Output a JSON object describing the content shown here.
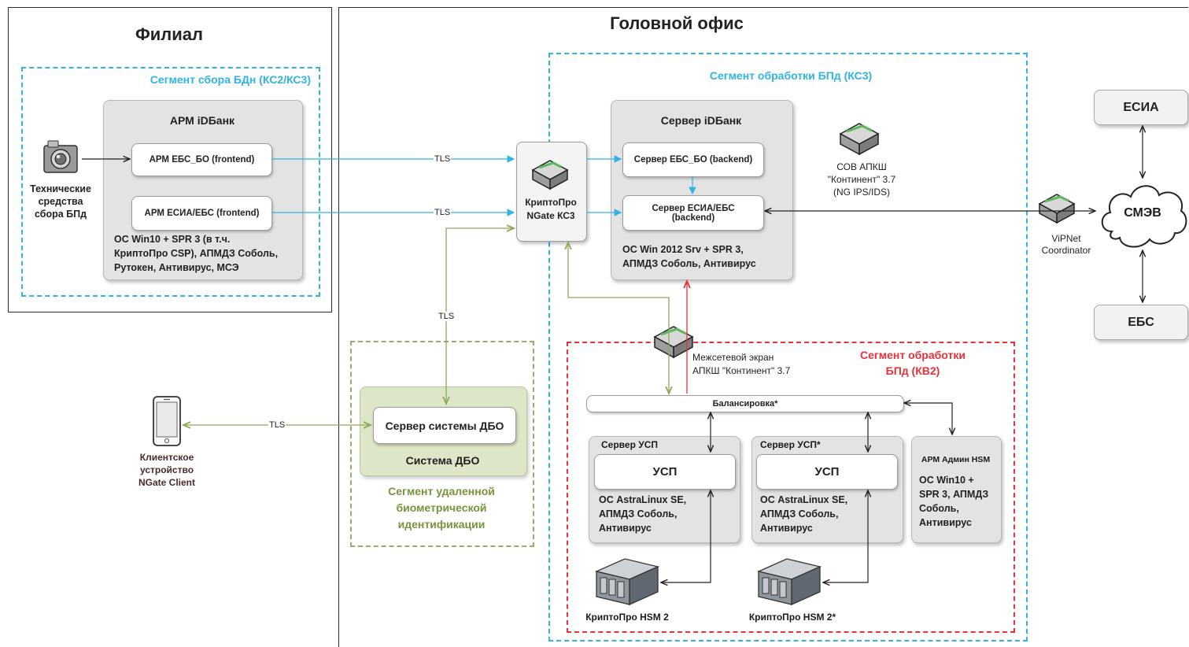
{
  "regions": {
    "branch_title": "Филиал",
    "head_office_title": "Головной офис"
  },
  "segments": {
    "collection": "Сегмент сбора БДн (КС2/КС3)",
    "processing_ks3": "Сегмент обработки БПд (КС3)",
    "processing_kv2_line1": "Сегмент обработки",
    "processing_kv2_line2": "БПд (КВ2)",
    "remote_bio_line1": "Сегмент удаленной",
    "remote_bio_line2": "биометрической",
    "remote_bio_line3": "идентификации"
  },
  "branch": {
    "camera_label_line1": "Технические",
    "camera_label_line2": "средства",
    "camera_label_line3": "сбора БПд",
    "arm_title": "АРМ iDБанк",
    "arm_ebs_bo": "АРМ ЕБС_БО (frontend)",
    "arm_esia_ebs": "АРМ ЕСИА/ЕБС (frontend)",
    "arm_os_line1": "ОС Win10 + SPR 3 (в т.ч.",
    "arm_os_line2": "КриптоПро CSP), АПМДЗ Соболь,",
    "arm_os_line3": "Рутокен, Антивирус, МСЭ"
  },
  "gateway": {
    "label_line1": "КриптоПро",
    "label_line2": "NGate КС3"
  },
  "server_idbank": {
    "title": "Сервер iDБанк",
    "ebs_bo": "Сервер ЕБС_БО (backend)",
    "esia_ebs_line1": "Сервер ЕСИА/ЕБС",
    "esia_ebs_line2": "(backend)",
    "os_line1": "ОС Win 2012 Srv + SPR 3,",
    "os_line2": "АПМДЗ Соболь, Антивирус"
  },
  "ids": {
    "line1": "СОВ АПКШ",
    "line2": "\"Континент\" 3.7",
    "line3": "(NG IPS/IDS)"
  },
  "external": {
    "esia": "ЕСИА",
    "smev": "СМЭВ",
    "ebs": "ЕБС",
    "vipnet_line1": "ViPNet",
    "vipnet_line2": "Coordinator"
  },
  "firewall": {
    "line1": "Межсетевой экран",
    "line2": "АПКШ \"Континент\" 3.7"
  },
  "dbo": {
    "server": "Сервер системы ДБО",
    "system": "Система ДБО"
  },
  "client": {
    "line1": "Клиентское",
    "line2": "устройство",
    "line3": "NGate Client"
  },
  "kv2": {
    "balancer": "Балансировка*",
    "usp1_title": "Сервер УСП",
    "usp2_title": "Сервер УСП*",
    "usp_label": "УСП",
    "usp_os_line1": "ОС AstraLinux SE,",
    "usp_os_line2": "АПМДЗ Соболь,",
    "usp_os_line3": "Антивирус",
    "hsm_admin_title": "АРМ Админ HSM",
    "hsm_admin_os_line1": "ОС Win10 +",
    "hsm_admin_os_line2": "SPR 3, АПМДЗ",
    "hsm_admin_os_line3": "Соболь,",
    "hsm_admin_os_line4": "Антивирус",
    "hsm1": "КриптоПро HSM 2",
    "hsm2": "КриптоПро HSM 2*"
  },
  "links": {
    "tls": "TLS"
  },
  "colors": {
    "blue": "#2fb4e4",
    "red": "#e8313a",
    "green": "#8fa85a",
    "dark": "#2b2b2b"
  }
}
